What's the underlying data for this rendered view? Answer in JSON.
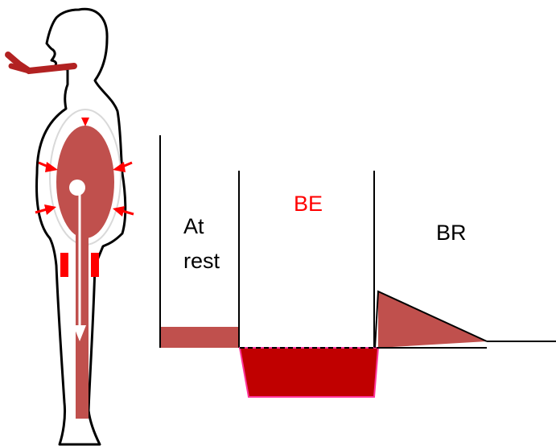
{
  "labels": {
    "at_rest_line1": "At",
    "at_rest_line2": "rest",
    "be": "BE",
    "br": "BR"
  },
  "colors": {
    "outline": "#000000",
    "muted_red": "#c0504d",
    "dark_red": "#c00000",
    "bright_red": "#ff0000",
    "tube_red": "#b22222",
    "be_text": "#ff0000",
    "be_border": "#ff3399"
  },
  "icons": [
    "human-silhouette-icon",
    "breathing-tube-icon",
    "chest-compression-arrow-icon"
  ]
}
